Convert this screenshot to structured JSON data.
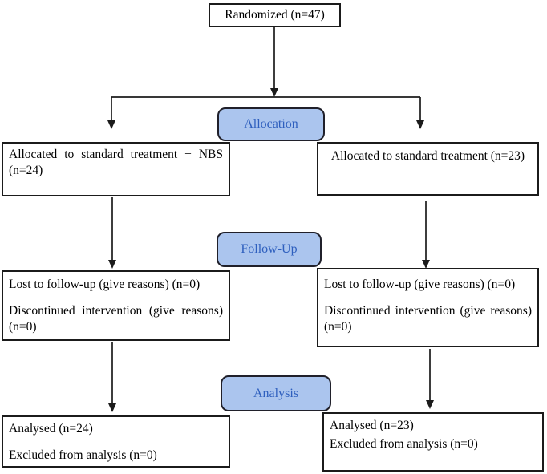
{
  "flowchart": {
    "randomized": {
      "text": "Randomized (n=47)"
    },
    "stages": {
      "allocation": "Allocation",
      "follow_up": "Follow-Up",
      "analysis": "Analysis"
    },
    "allocation_left": {
      "text": "Allocated to standard treatment + NBS (n=24)"
    },
    "allocation_right": {
      "text": "Allocated to standard treatment (n=23)"
    },
    "followup_left": {
      "line1": "Lost to follow-up (give reasons) (n=0)",
      "line2": "Discontinued intervention (give reasons) (n=0)"
    },
    "followup_right": {
      "line1": "Lost to follow-up (give reasons) (n=0)",
      "line2": "Discontinued intervention (give reasons) (n=0)"
    },
    "analysis_left": {
      "line1": "Analysed (n=24)",
      "line2": "Excluded from analysis (n=0)"
    },
    "analysis_right": {
      "line1": "Analysed (n=23)",
      "line2": "Excluded from analysis (n=0)"
    }
  },
  "colors": {
    "stage_fill": "#abc5ee",
    "stage_border": "#20202a",
    "stage_text": "#2e5fbe",
    "box_border": "#1b1b1b",
    "line": "#1b1b1b",
    "text": "#000000",
    "background": "#ffffff"
  }
}
